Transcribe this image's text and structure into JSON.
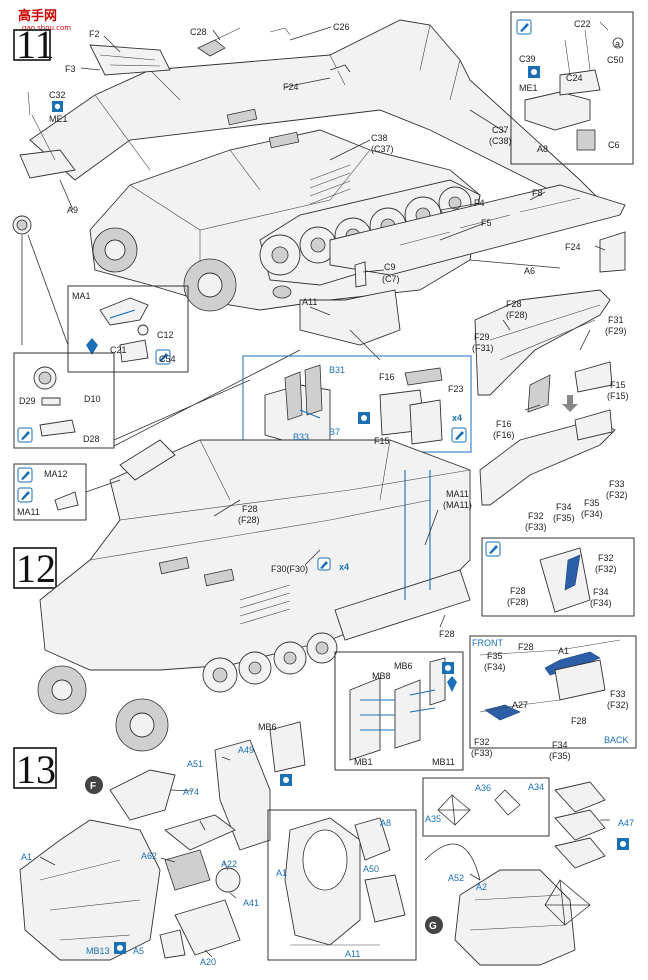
{
  "watermark": {
    "brand": "高手网",
    "site": "gao.shou.com"
  },
  "steps": {
    "s11": "11",
    "s12": "12",
    "s13": "13"
  },
  "sub_assemblies": {
    "f": "F",
    "g": "G"
  },
  "badges": {
    "x4_a": "x4",
    "x4_b": "x4"
  },
  "labels": {
    "f2": "F2",
    "f3": "F3",
    "c28": "C28",
    "c26": "C26",
    "f24_top": "F24",
    "c32": "C32",
    "me1_left": "ME1",
    "a9": "A9",
    "c38": "C38",
    "c37p": "(C37)",
    "c37": "C37",
    "c38p": "(C38)",
    "c22": "C22",
    "a_circle": "a",
    "c39": "C39",
    "me1_box": "ME1",
    "c24": "C24",
    "c50": "C50",
    "a8_box": "A8",
    "c6": "C6",
    "f8": "F8",
    "f4": "F4",
    "f5": "F5",
    "a6": "A6",
    "f24_right": "F24",
    "c9": "C9",
    "c7p": "(C7)",
    "a11": "A11",
    "ma1": "MA1",
    "c12": "C12",
    "c21": "C21",
    "c54": "C54",
    "d29": "D29",
    "d10": "D10",
    "d28": "D28",
    "b31": "B31",
    "f16": "F16",
    "f23": "F23",
    "b33": "B33",
    "b7": "B7",
    "f15": "F15",
    "f28_a": "F28",
    "f28p_a": "(F28)",
    "f31": "F31",
    "f29p": "(F29)",
    "f29": "F29",
    "f31p": "(F31)",
    "f15_r": "F15",
    "f15p_r": "(F15)",
    "f16_r": "F16",
    "f16p_r": "(F16)",
    "f33": "F33",
    "f32p": "(F32)",
    "f32": "F32",
    "f33p": "(F33)",
    "f34": "F34",
    "f35p": "(F35)",
    "f35": "F35",
    "f34p": "(F34)",
    "ma12": "MA12",
    "ma11_l": "MA11",
    "f28_mid": "F28",
    "f28p_mid": "(F28)",
    "ma11": "MA11",
    "ma11p": "(MA11)",
    "f30": "F30(F30)",
    "f28_low": "F28",
    "f28_det": "F28",
    "f28p_det": "(F28)",
    "f32_det": "F32",
    "f32p_det": "(F32)",
    "f34_det": "F34",
    "f34p_det": "(F34)",
    "front": "FRONT",
    "back": "BACK",
    "f35_f": "F35",
    "f34p_f": "(F34)",
    "f28_f": "F28",
    "a1_f": "A1",
    "f33_f": "F33",
    "f32p_f": "(F32)",
    "a27": "A27",
    "f28_b": "F28",
    "f32_b": "F32",
    "f33p_b": "(F33)",
    "f34_b": "F34",
    "f35p_b": "(F35)",
    "mb6": "MB6",
    "mb8": "MB8",
    "mb1": "MB1",
    "mb11": "MB11",
    "mb6_l": "MB6",
    "a49": "A49",
    "a51": "A51",
    "a74": "A74",
    "a62": "A62",
    "a22": "A22",
    "a1_l": "A1",
    "a41": "A41",
    "mb13": "MB13",
    "a5": "A5",
    "a20": "A20",
    "a8_c": "A8",
    "a1_c": "A1",
    "a50": "A50",
    "a11_c": "A11",
    "a36": "A36",
    "a34": "A34",
    "a35": "A35",
    "a47": "A47",
    "a52": "A52",
    "a2": "A2"
  },
  "colors": {
    "accent": "#1a6fb5",
    "ink": "#222222",
    "watermark": "#cc0000"
  },
  "icons": [
    "glue-icon",
    "paint-icon",
    "option-icon"
  ]
}
